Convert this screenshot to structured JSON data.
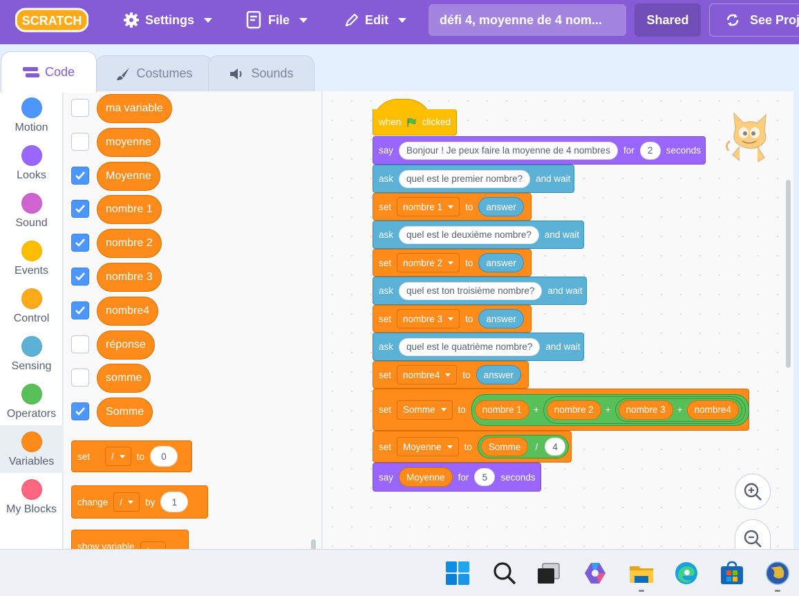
{
  "menubar": {
    "logo_text": "SCRATCH",
    "settings_label": "Settings",
    "file_label": "File",
    "edit_label": "Edit",
    "project_title": "défi 4, moyenne de 4 nom...",
    "shared_label": "Shared",
    "see_project_label": "See Proj"
  },
  "tabs": {
    "code": "Code",
    "costumes": "Costumes",
    "sounds": "Sounds"
  },
  "categories": [
    {
      "label": "Motion",
      "color": "#4c97ff"
    },
    {
      "label": "Looks",
      "color": "#9966ff"
    },
    {
      "label": "Sound",
      "color": "#cf63cf"
    },
    {
      "label": "Events",
      "color": "#ffbf00"
    },
    {
      "label": "Control",
      "color": "#ffab19"
    },
    {
      "label": "Sensing",
      "color": "#5cb1d6"
    },
    {
      "label": "Operators",
      "color": "#59c059"
    },
    {
      "label": "Variables",
      "color": "#ff8c1a"
    },
    {
      "label": "My Blocks",
      "color": "#ff6680"
    }
  ],
  "palette": {
    "variables": [
      {
        "name": "ma variable",
        "checked": false
      },
      {
        "name": "moyenne",
        "checked": false
      },
      {
        "name": "Moyenne",
        "checked": true
      },
      {
        "name": "nombre 1",
        "checked": true
      },
      {
        "name": "nombre 2",
        "checked": true
      },
      {
        "name": "nombre 3",
        "checked": true
      },
      {
        "name": "nombre4",
        "checked": true
      },
      {
        "name": "réponse",
        "checked": false
      },
      {
        "name": "somme",
        "checked": false
      },
      {
        "name": "Somme",
        "checked": true
      }
    ],
    "set_block": {
      "kw": "set",
      "var": "/",
      "to": "to",
      "value": "0"
    },
    "change_block": {
      "kw": "change",
      "var": "/",
      "by": "by",
      "value": "1"
    },
    "show_block": {
      "kw": "show variable",
      "var": "/"
    }
  },
  "script": {
    "hat": {
      "when": "when",
      "clicked": "clicked"
    },
    "say1": {
      "kw": "say",
      "text": "Bonjour ! Je peux faire la moyenne de 4 nombres",
      "for": "for",
      "secs": "2",
      "seconds": "seconds"
    },
    "ask1": {
      "kw": "ask",
      "text": "quel est le premier nombre?",
      "wait": "and wait"
    },
    "set1": {
      "kw": "set",
      "var": "nombre 1",
      "to": "to",
      "val": "answer"
    },
    "ask2": {
      "kw": "ask",
      "text": "quel est le deuxième nombre?",
      "wait": "and wait"
    },
    "set2": {
      "kw": "set",
      "var": "nombre 2",
      "to": "to",
      "val": "answer"
    },
    "ask3": {
      "kw": "ask",
      "text": "quel est ton troisième nombre?",
      "wait": "and wait"
    },
    "set3": {
      "kw": "set",
      "var": "nombre 3",
      "to": "to",
      "val": "answer"
    },
    "ask4": {
      "kw": "ask",
      "text": "quel est le quatrième nombre?",
      "wait": "and wait"
    },
    "set4": {
      "kw": "set",
      "var": "nombre4",
      "to": "to",
      "val": "answer"
    },
    "set5": {
      "kw": "set",
      "var": "Somme",
      "to": "to",
      "a": "nombre 1",
      "b": "nombre 2",
      "c": "nombre 3",
      "d": "nombre4",
      "plus": "+"
    },
    "set6": {
      "kw": "set",
      "var": "Moyenne",
      "to": "to",
      "a": "Somme",
      "div": "/",
      "b": "4"
    },
    "say2": {
      "kw": "say",
      "var": "Moyenne",
      "for": "for",
      "secs": "5",
      "seconds": "seconds"
    }
  },
  "taskbar": {
    "icons": [
      "windows-start-icon",
      "search-icon",
      "task-view-icon",
      "copilot-icon",
      "file-explorer-icon",
      "edge-icon",
      "store-icon",
      "browser-globe-icon"
    ]
  }
}
